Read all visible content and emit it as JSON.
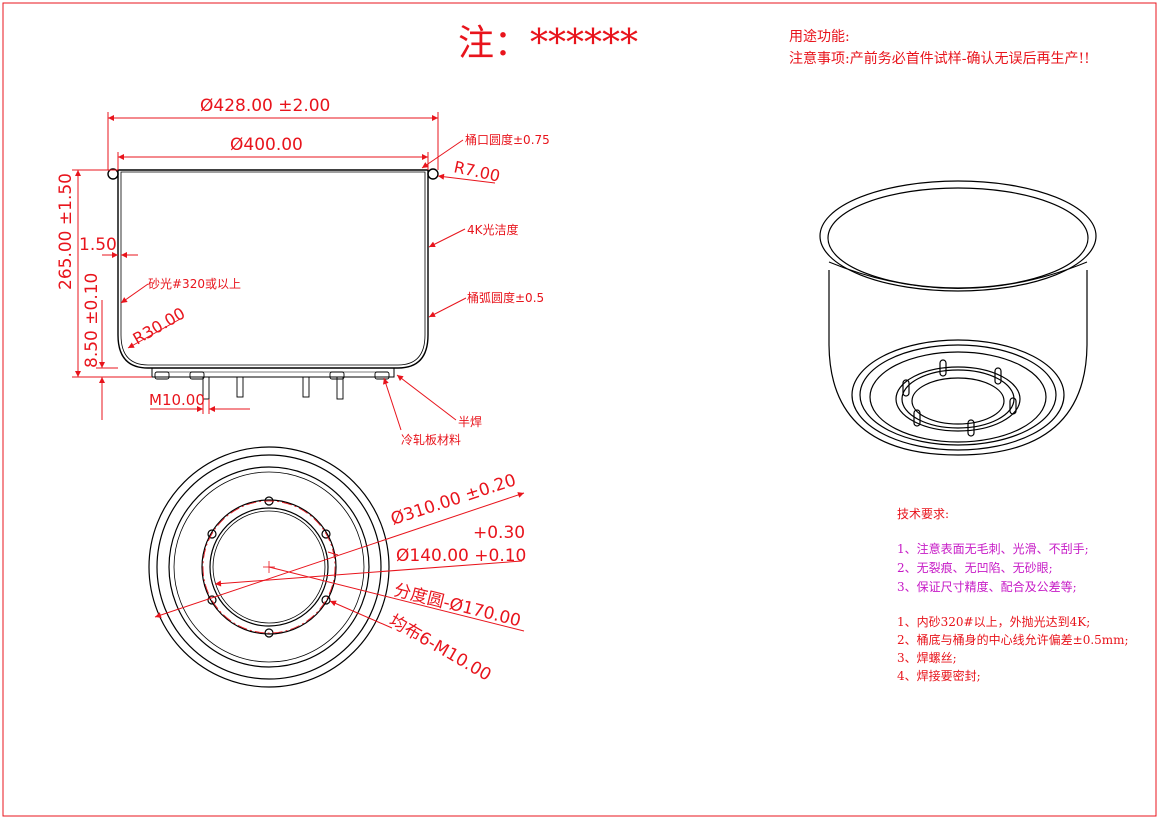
{
  "header": {
    "note": "注：******",
    "usage_label": "用途功能:",
    "notice": "注意事项:产前务必首件试样-确认无误后再生产!!"
  },
  "section_view": {
    "dim_outer_dia": "Ø428.00 ±2.00",
    "dim_inner_dia": "Ø400.00",
    "dim_height": "265.00 ±1.50",
    "dim_wall": "1.50",
    "dim_bottom": "8.50 ±0.10",
    "dim_r_rim": "R7.00",
    "dim_r_base": "R30.00",
    "dim_thread": "M10.00",
    "note_rim_roundness": "桶口圆度±0.75",
    "note_mirror": "4K光洁度",
    "note_sanding": "砂光#320或以上",
    "note_arc_roundness": "桶弧圆度±0.5",
    "note_half_weld": "半焊",
    "note_material": "冷轧板材料"
  },
  "bottom_view": {
    "dim_base_dia": "Ø310.00 ±0.20",
    "dim_tol_upper": "+0.30",
    "dim_hole_dia": "Ø140.00 +0.10",
    "dim_pcd": "分度圆-Ø170.00",
    "dim_holes": "均布6-M10.00"
  },
  "tech": {
    "title": "技术要求:",
    "surface_reqs": [
      "1、注意表面无毛刺、光滑、不刮手;",
      "2、无裂痕、无凹陷、无砂眼;",
      "3、保证尺寸精度、配合及公差等;"
    ],
    "process_reqs": [
      "1、内砂320#以上，外抛光达到4K;",
      "2、桶底与桶身的中心线允许偏差±0.5mm;",
      "3、焊螺丝;",
      "4、焊接要密封;"
    ]
  },
  "colors": {
    "dimension": "#e8141c",
    "outline": "#000000",
    "centerline": "#e8141c",
    "requirements": "#c61ac6",
    "border": "#e8141c"
  }
}
